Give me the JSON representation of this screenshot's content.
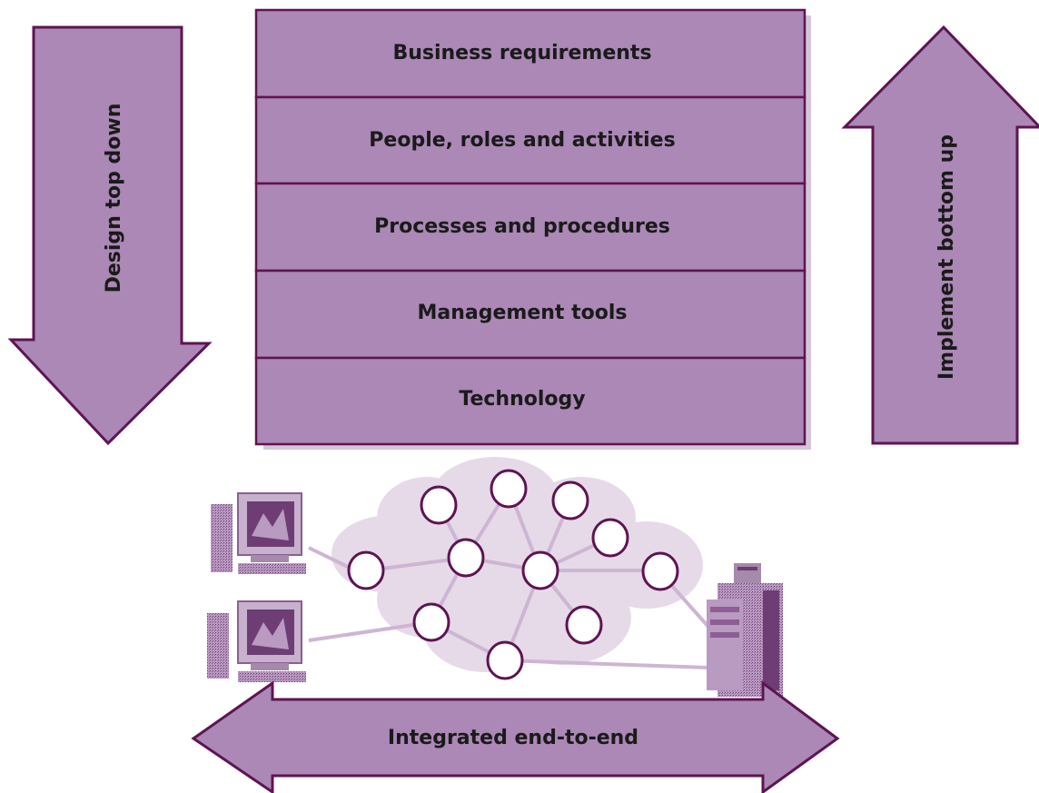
{
  "layers": [
    {
      "label": "Business requirements"
    },
    {
      "label": "People, roles and activities"
    },
    {
      "label": "Processes and procedures"
    },
    {
      "label": "Management tools"
    },
    {
      "label": "Technology"
    }
  ],
  "arrows": {
    "left_label": "Design top down",
    "right_label": "Implement bottom up",
    "bottom_label": "Integrated end-to-end"
  },
  "colors": {
    "fill": "#ab88b5",
    "stroke": "#5e1452",
    "cloud": "#e6dae9",
    "link": "#cdb5d3",
    "node_fill": "#ffffff",
    "node_stroke": "#5e1452",
    "device": "#8c5e93"
  },
  "icons": {
    "workstations": [
      "desktop-computer-icon",
      "desktop-computer-icon"
    ],
    "server": "server-icon",
    "network": "network-cloud-icon"
  }
}
